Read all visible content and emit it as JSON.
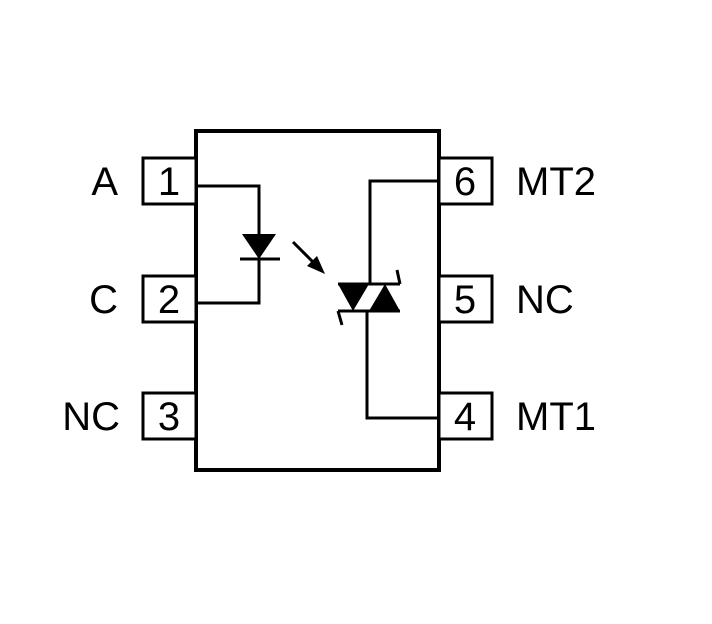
{
  "colors": {
    "stroke": "#000000",
    "background": "#ffffff"
  },
  "pins": [
    {
      "number": "1",
      "name": "A"
    },
    {
      "number": "2",
      "name": "C"
    },
    {
      "number": "3",
      "name": "NC"
    },
    {
      "number": "4",
      "name": "MT1"
    },
    {
      "number": "5",
      "name": "NC"
    },
    {
      "number": "6",
      "name": "MT2"
    }
  ],
  "components": {
    "emitter": "led-icon",
    "detector": "triac-icon",
    "coupling": "light-arrow-icon"
  }
}
